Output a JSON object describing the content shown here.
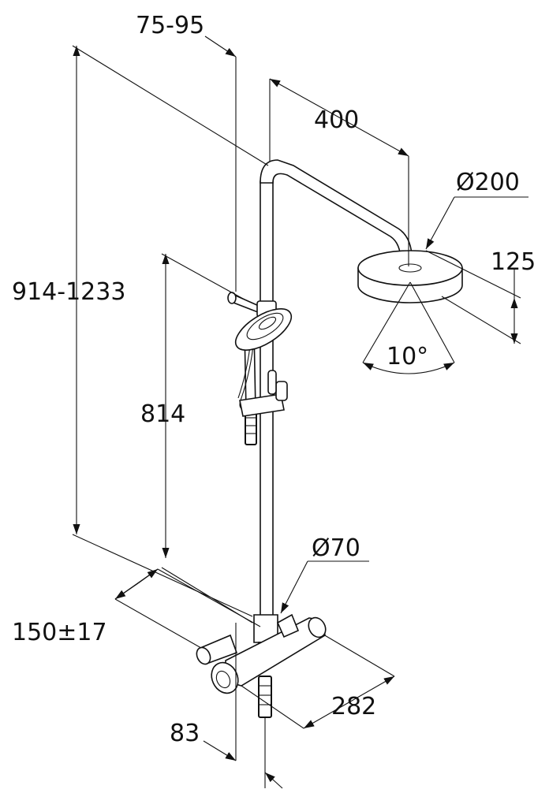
{
  "dimensions": {
    "bracket_range": "75-95",
    "arm_length": "400",
    "head_diameter": "Ø200",
    "head_drop": "125",
    "total_height": "914-1233",
    "spray_angle": "10°",
    "rail_height": "814",
    "thermostat_diameter": "Ø70",
    "inlet_spacing": "150±17",
    "mixer_length": "282",
    "wall_offset": "83"
  },
  "colors": {
    "line": "#111111",
    "background": "#ffffff"
  }
}
